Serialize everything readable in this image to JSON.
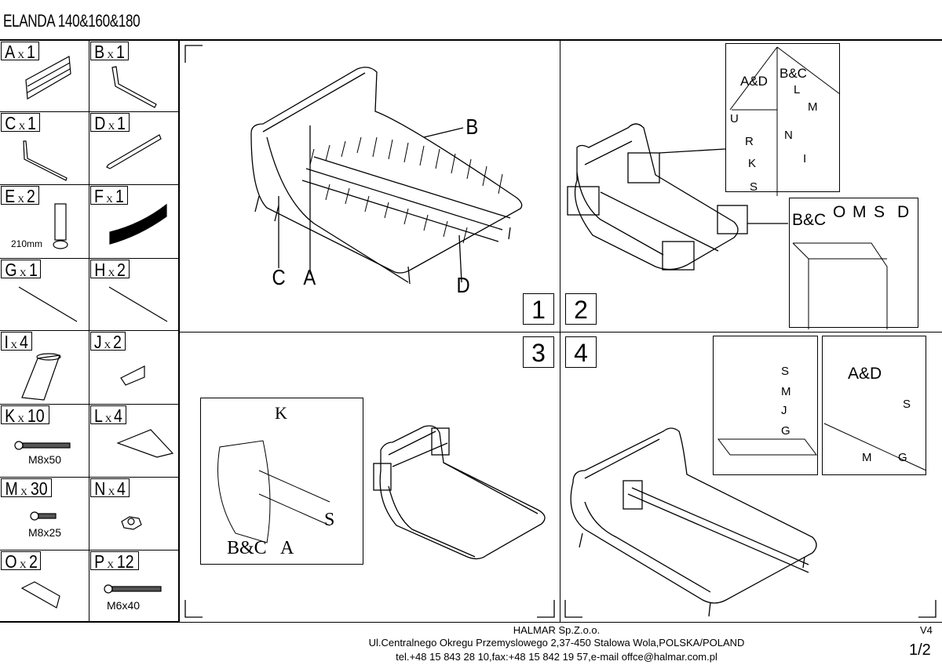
{
  "title": "ELANDA 140&160&180",
  "parts": [
    {
      "letter": "A",
      "qty": "1"
    },
    {
      "letter": "B",
      "qty": "1"
    },
    {
      "letter": "C",
      "qty": "1"
    },
    {
      "letter": "D",
      "qty": "1"
    },
    {
      "letter": "E",
      "qty": "2",
      "spec": "210mm"
    },
    {
      "letter": "F",
      "qty": "1"
    },
    {
      "letter": "G",
      "qty": "1"
    },
    {
      "letter": "H",
      "qty": "2"
    },
    {
      "letter": "I",
      "qty": "4"
    },
    {
      "letter": "J",
      "qty": "2"
    },
    {
      "letter": "K",
      "qty": "10",
      "spec": "M8x50"
    },
    {
      "letter": "L",
      "qty": "4"
    },
    {
      "letter": "M",
      "qty": "30",
      "spec": "M8x25"
    },
    {
      "letter": "N",
      "qty": "4"
    },
    {
      "letter": "O",
      "qty": "2"
    },
    {
      "letter": "P",
      "qty": "12",
      "spec": "M6x40"
    }
  ],
  "times": "X",
  "steps": {
    "s1": {
      "number": "1",
      "labels": {
        "b": "B",
        "c": "C",
        "a": "A",
        "d": "D"
      }
    },
    "s2": {
      "number": "2",
      "inset_top": {
        "ad": "A&D",
        "bc": "B&C",
        "l": "L",
        "m": "M",
        "u": "U",
        "r": "R",
        "n": "N",
        "k": "K",
        "i": "I",
        "s": "S"
      },
      "inset_bottom": {
        "bc": "B&C",
        "o": "O",
        "m": "M",
        "s": "S",
        "d": "D"
      }
    },
    "s3": {
      "number": "3",
      "inset": {
        "k": "K",
        "s": "S",
        "bc": "B&C",
        "a": "A"
      }
    },
    "s4": {
      "number": "4",
      "inset_left": {
        "s": "S",
        "m": "M",
        "j": "J",
        "g": "G"
      },
      "inset_right": {
        "ad": "A&D",
        "s": "S",
        "m": "M",
        "g": "G"
      }
    }
  },
  "footer": {
    "company": "HALMAR Sp.Z.o.o.",
    "address": "Ul.Centralnego Okregu Przemyslowego 2,37-450 Stalowa Wola,POLSKA/POLAND",
    "contact": "tel.+48 15 843 28 10,fax:+48 15 842 19 57,e-mail offce@halmar.com.pl",
    "version": "V4",
    "page": "1/2"
  }
}
